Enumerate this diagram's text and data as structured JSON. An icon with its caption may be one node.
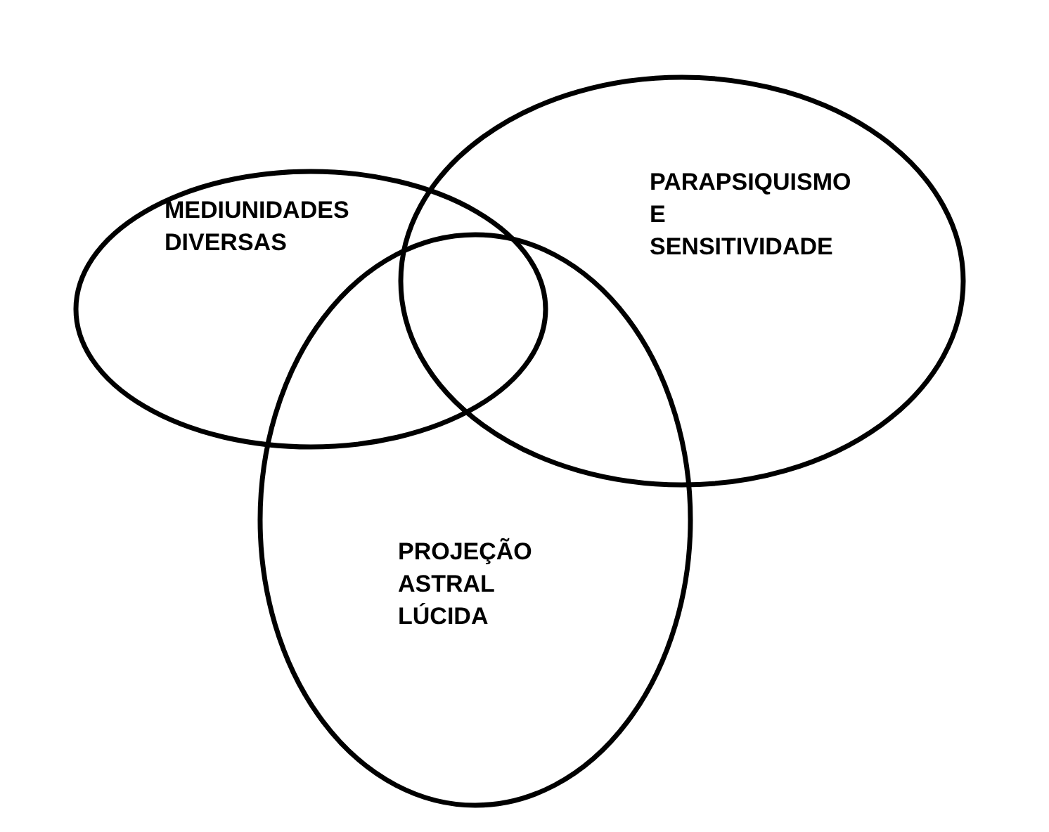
{
  "diagram": {
    "nodes": [
      {
        "text": [
          "MEDIUNIDADES DIVERSAS"
        ]
      },
      {
        "text": [
          "PARAPSIQUISMO E SENSITIVIDADE"
        ]
      },
      {
        "text": [
          "PROJEÇÃO ASTRAL LÚCIDA"
        ]
      }
    ]
  }
}
